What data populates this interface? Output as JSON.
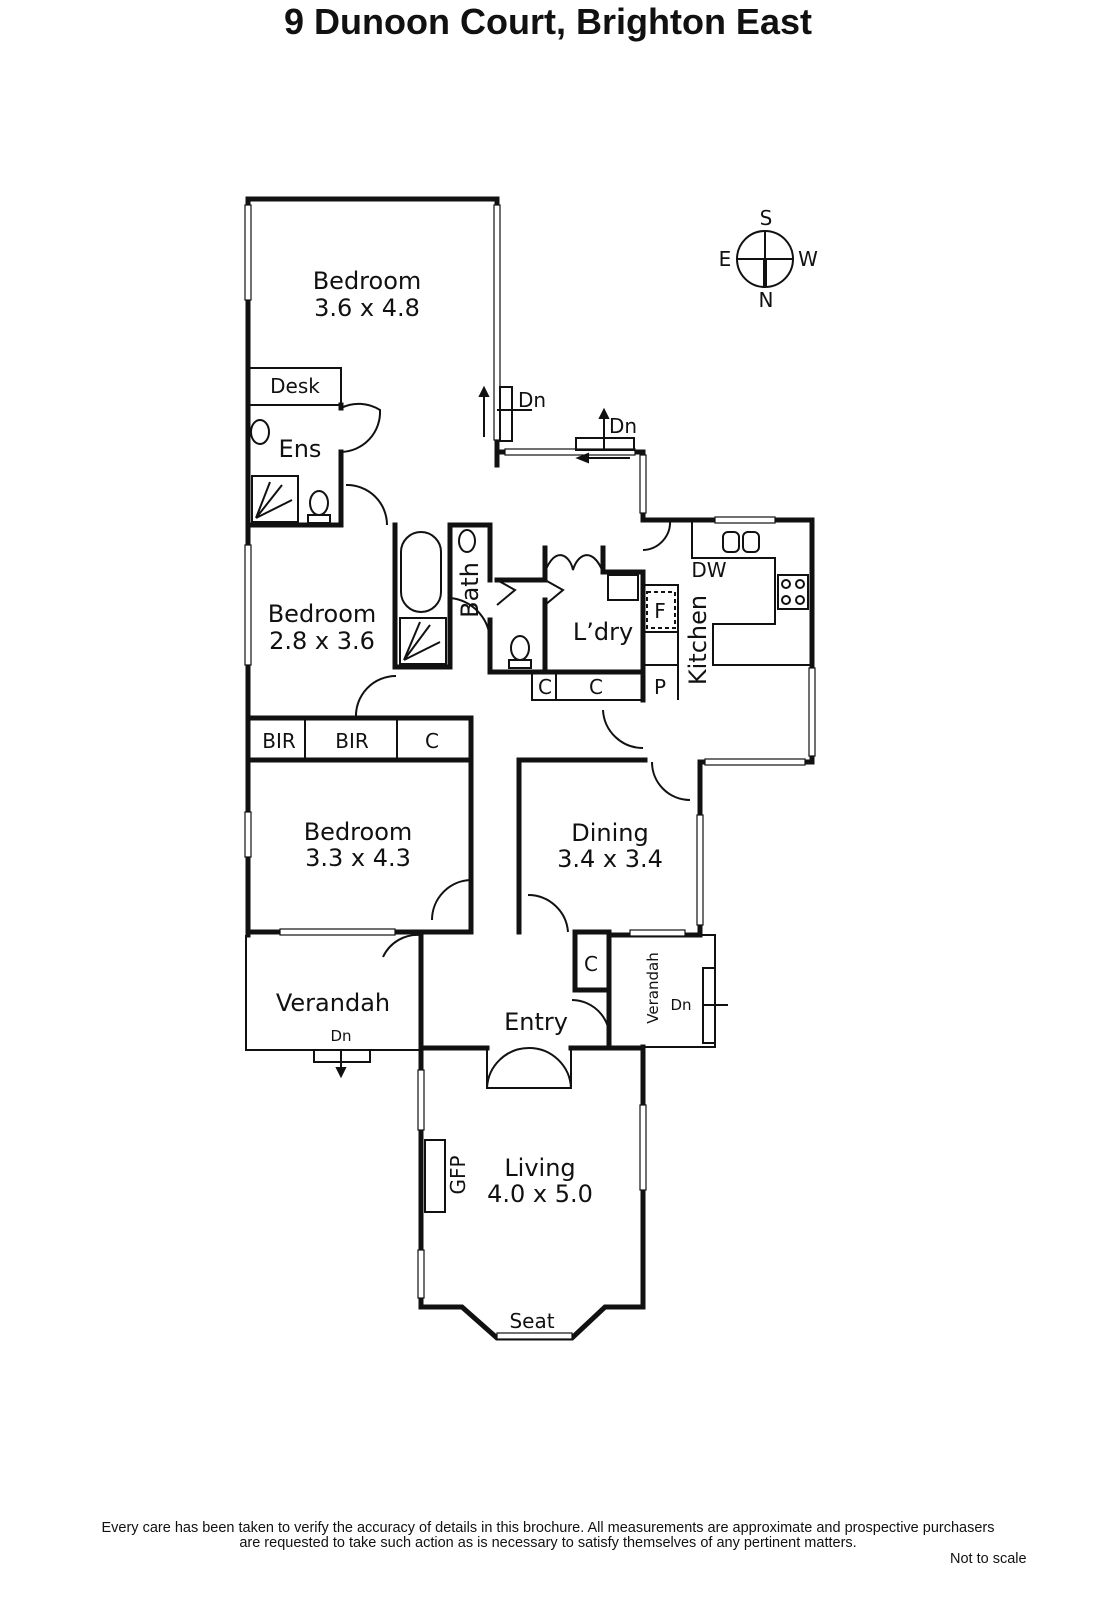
{
  "title": "9 Dunoon Court, Brighton East",
  "compass": {
    "s": "S",
    "e": "E",
    "w": "W",
    "n": "N"
  },
  "rooms": {
    "bedroom1": {
      "name": "Bedroom",
      "size": "3.6 x 4.8"
    },
    "desk": "Desk",
    "ensuite": "Ens",
    "bedroom2": {
      "name": "Bedroom",
      "size": "2.8 x 3.6"
    },
    "bath": "Bath",
    "laundry": "L’dry",
    "kitchen": "Kitchen",
    "dw": "DW",
    "fridge": "F",
    "pantry": "P",
    "cupboard": "C",
    "bir": "BIR",
    "bedroom3": {
      "name": "Bedroom",
      "size": "3.3 x 4.3"
    },
    "dining": {
      "name": "Dining",
      "size": "3.4 x 3.4"
    },
    "verandah": "Verandah",
    "entry": "Entry",
    "living": {
      "name": "Living",
      "size": "4.0 x 5.0"
    },
    "gfp": "GFP",
    "seat": "Seat",
    "down": "Dn"
  },
  "footer": {
    "line1": "Every care has been taken to verify the accuracy of details in this brochure.  All measurements are approximate and prospective purchasers",
    "line2": "are requested to take such action as is necessary to satisfy themselves of any pertinent matters.",
    "scale": "Not to scale"
  }
}
